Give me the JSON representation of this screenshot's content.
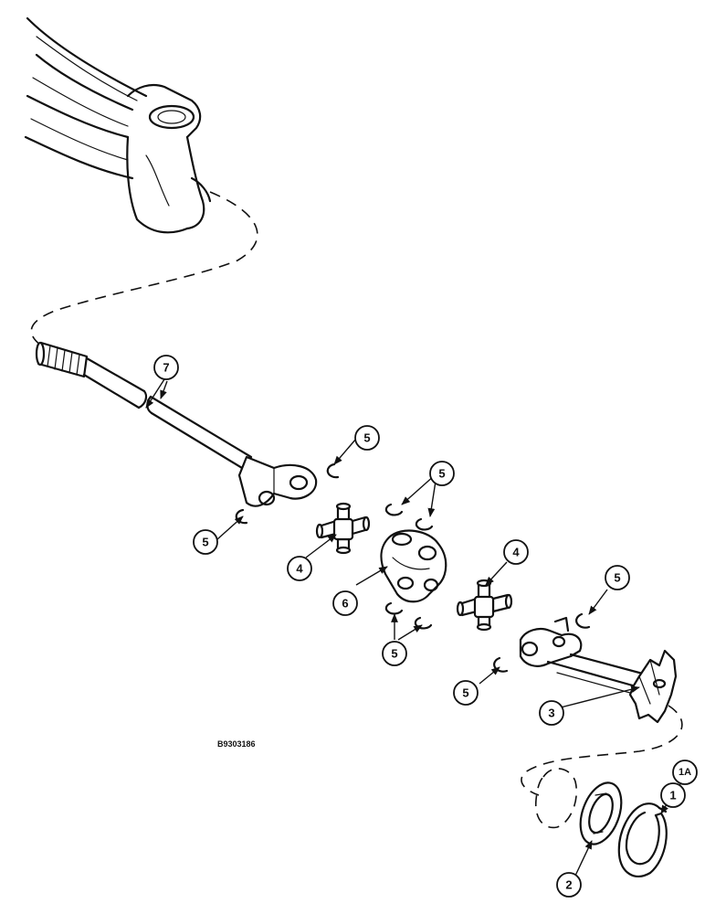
{
  "figure": {
    "id_label": "B9303186"
  },
  "callouts": {
    "c1a": "1A",
    "c1": "1",
    "c2": "2",
    "c3": "3",
    "c4a": "4",
    "c4b": "4",
    "c5a": "5",
    "c5b": "5",
    "c5c": "5",
    "c5d": "5",
    "c5e": "5",
    "c5f": "5",
    "c6": "6",
    "c7": "7"
  }
}
